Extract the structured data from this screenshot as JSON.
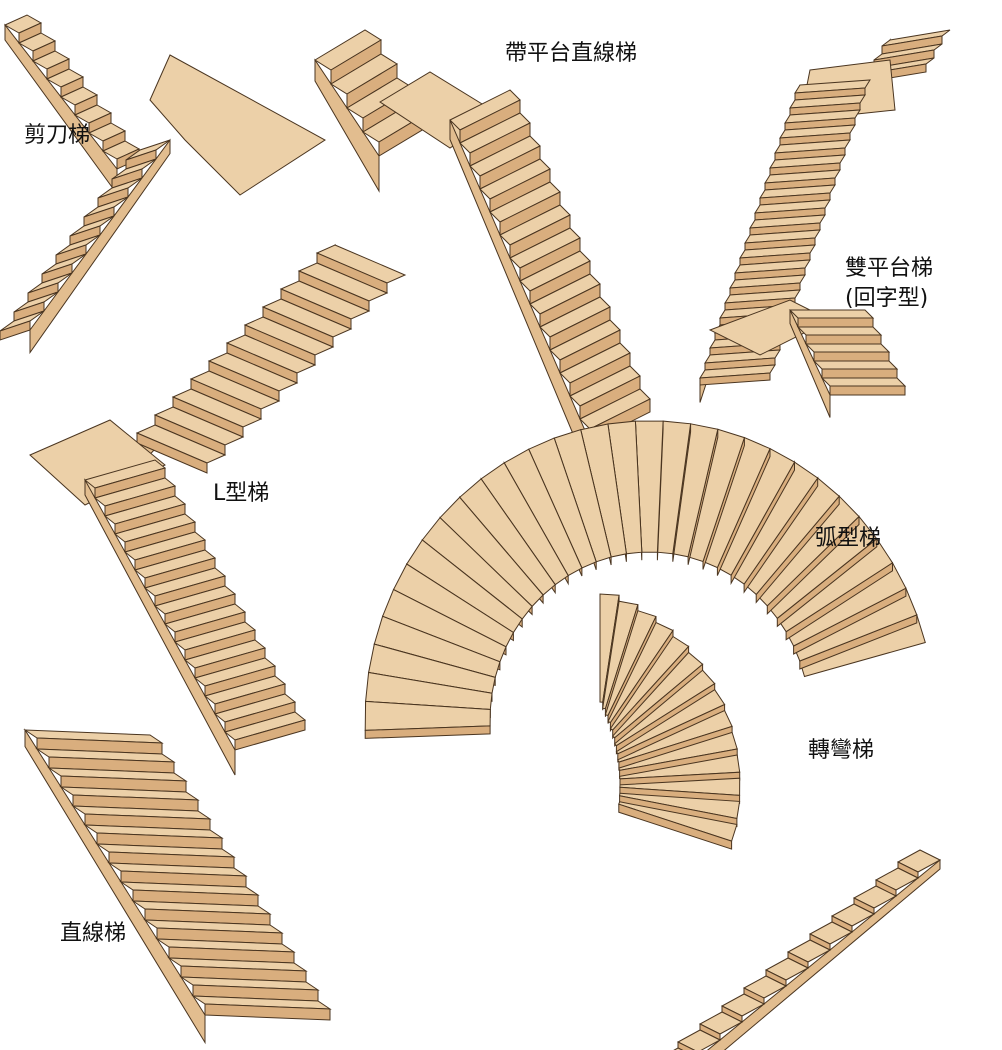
{
  "title": "Stair types",
  "labels": {
    "scissor": "剪刀梯",
    "straight_landing": "帶平台直線梯",
    "double_landing_1": "雙平台梯",
    "double_landing_2": "(回字型)",
    "l_shape": "L型梯",
    "arc": "弧型梯",
    "turning": "轉彎梯",
    "straight": "直線梯"
  },
  "colors": {
    "tread": "#ecd0a8",
    "riser": "#d9ae7e",
    "side": "#e2bd8f",
    "outline": "#4a3520"
  }
}
